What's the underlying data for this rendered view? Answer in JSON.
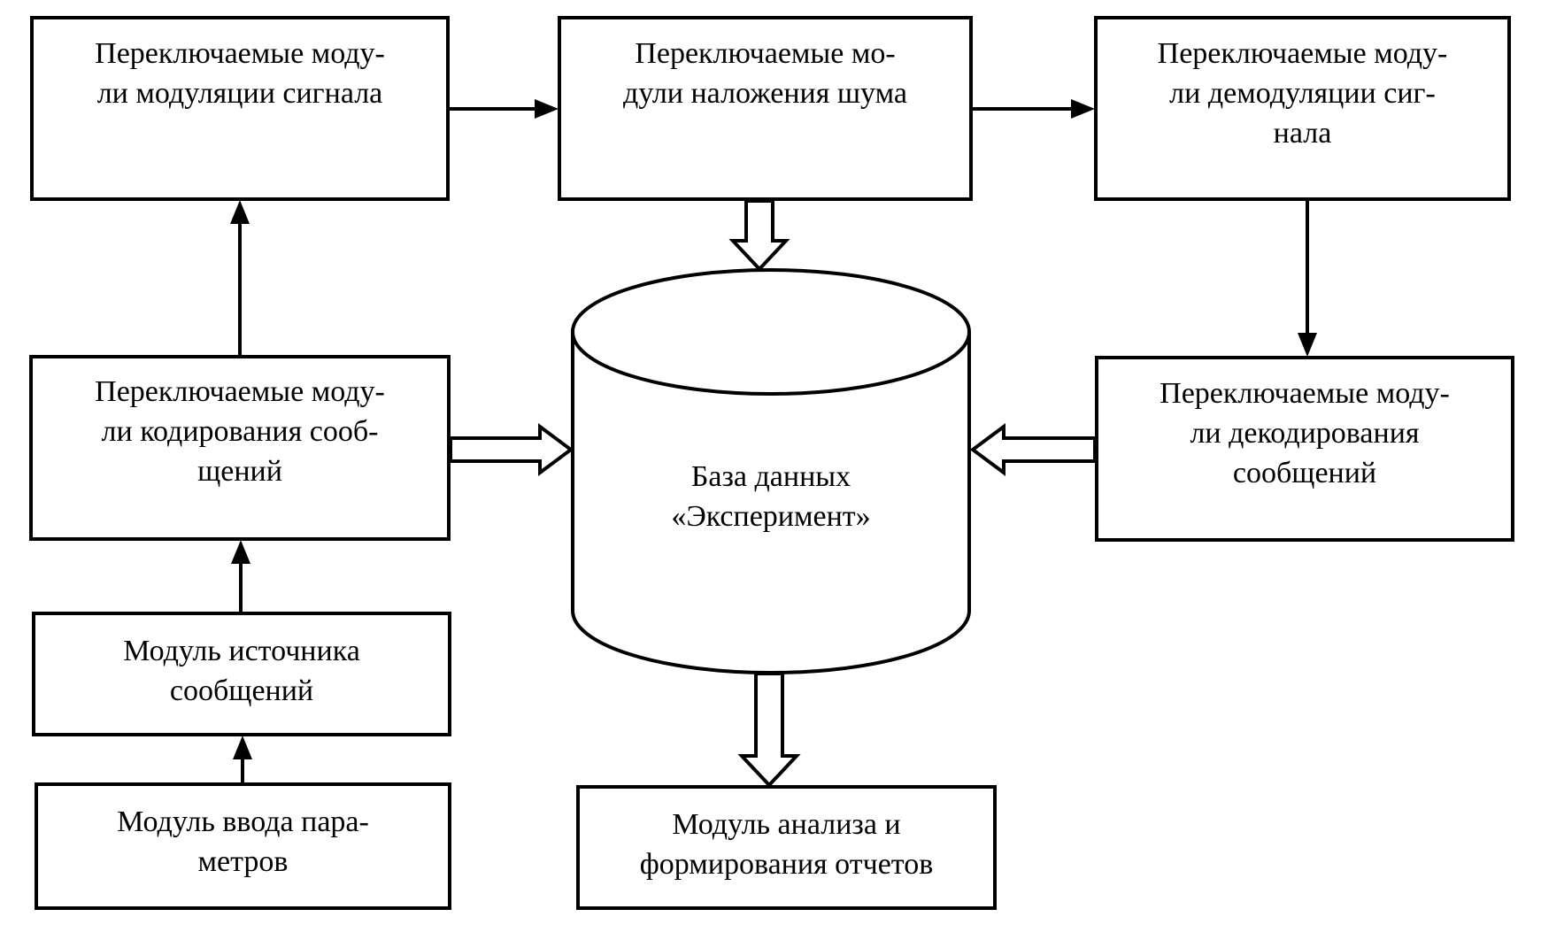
{
  "diagram": {
    "nodes": {
      "modulation": {
        "lines": [
          "Переключаемые моду-",
          "ли модуляции сигнала"
        ]
      },
      "noise": {
        "lines": [
          "Переключаемые мо-",
          "дули наложения шума"
        ]
      },
      "demodulation": {
        "lines": [
          "Переключаемые моду-",
          "ли демодуляции сиг-",
          "нала"
        ]
      },
      "coding": {
        "lines": [
          "Переключаемые моду-",
          "ли кодирования сооб-",
          "щений"
        ]
      },
      "decoding": {
        "lines": [
          "Переключаемые моду-",
          "ли декодирования",
          "сообщений"
        ]
      },
      "source": {
        "lines": [
          "Модуль источника",
          "сообщений"
        ]
      },
      "input": {
        "lines": [
          "Модуль ввода пара-",
          "метров"
        ]
      },
      "analysis": {
        "lines": [
          "Модуль анализа и",
          "формирования отчетов"
        ]
      },
      "database": {
        "lines": [
          "База данных",
          "«Эксперимент»"
        ]
      }
    },
    "edges": [
      {
        "from": "input",
        "to": "source",
        "style": "solid-arrow"
      },
      {
        "from": "source",
        "to": "coding",
        "style": "solid-arrow"
      },
      {
        "from": "coding",
        "to": "modulation",
        "style": "solid-arrow"
      },
      {
        "from": "modulation",
        "to": "noise",
        "style": "solid-arrow"
      },
      {
        "from": "noise",
        "to": "demodulation",
        "style": "solid-arrow"
      },
      {
        "from": "demodulation",
        "to": "decoding",
        "style": "solid-arrow"
      },
      {
        "from": "noise",
        "to": "database",
        "style": "hollow-arrow"
      },
      {
        "from": "coding",
        "to": "database",
        "style": "hollow-arrow"
      },
      {
        "from": "decoding",
        "to": "database",
        "style": "hollow-arrow"
      },
      {
        "from": "database",
        "to": "analysis",
        "style": "hollow-arrow"
      }
    ]
  }
}
